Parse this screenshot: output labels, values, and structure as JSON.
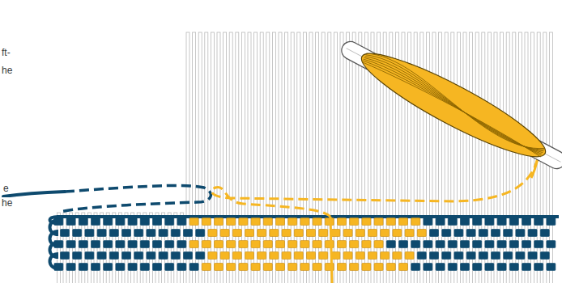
{
  "diagram": {
    "labels": [
      "ft-",
      "he",
      "e",
      "he"
    ]
  }
}
